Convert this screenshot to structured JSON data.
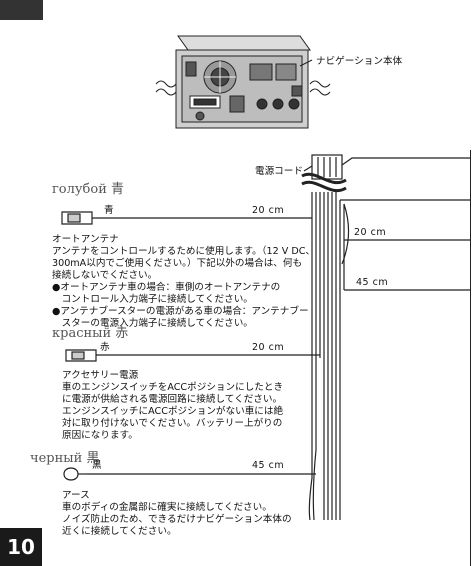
{
  "page": {
    "number": "10"
  },
  "navi_label": "ナビゲーション本体",
  "power_cord_label": "電源コード",
  "wires": [
    {
      "ru_label": "голубой",
      "ru_color": "青",
      "jp_color": "青",
      "length": "20 cm",
      "title": "オートアンテナ",
      "lines": [
        "アンテナをコントロールするために使用します。（12 V DC、",
        "300mA以内でご使用ください。）下記以外の場合は、何も",
        "接続しないでください。",
        "●オートアンテナ車の場合：車側のオートアンテナの",
        "　コントロール入力端子に接続してください。",
        "●アンテナブースターの電源がある車の場合：アンテナブー",
        "　スターの電源入力端子に接続してください。"
      ]
    },
    {
      "ru_label": "красный",
      "ru_color": "赤",
      "jp_color": "赤",
      "length": "20 cm",
      "title": "アクセサリー電源",
      "lines": [
        "車のエンジンスイッチをACCポジションにしたとき",
        "に電源が供給される電源回路に接続してください。",
        "エンジンスイッチにACCポジションがない車には絶",
        "対に取り付けないでください。バッテリー上がりの",
        "原因になります。"
      ]
    },
    {
      "ru_label": "черный",
      "ru_color": "黒",
      "jp_color": "黒",
      "length": "45 cm",
      "title": "アース",
      "lines": [
        "車のボディの金属部に確実に接続してください。",
        "ノイズ防止のため、できるだけナビゲーション本体の",
        "近くに接続してください。"
      ]
    }
  ],
  "branch_lengths": [
    "20 cm",
    "45 cm"
  ]
}
